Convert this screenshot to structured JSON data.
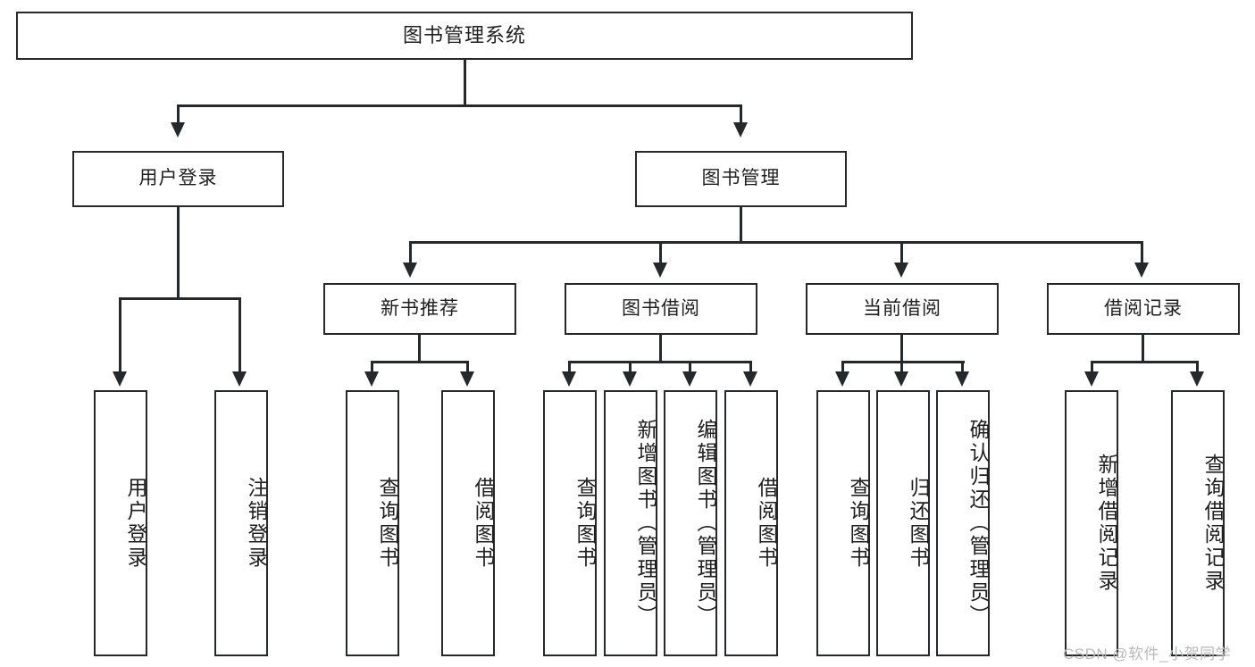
{
  "diagram": {
    "type": "tree",
    "title": "图书管理系统",
    "orientation": "top-down",
    "watermark": "CSDN @软件_小贺同学",
    "colors": {
      "box_border": "#26292b",
      "box_fill": "#ffffff",
      "connector": "#26292b",
      "text": "#1f1f1f",
      "watermark": "#b9b9b9",
      "background": "#ffffff"
    },
    "root": {
      "label": "图书管理系统"
    },
    "level2": [
      {
        "id": "user-login",
        "label": "用户登录"
      },
      {
        "id": "book-manage",
        "label": "图书管理"
      }
    ],
    "level3": [
      {
        "id": "new-book-recommend",
        "label": "新书推荐"
      },
      {
        "id": "book-borrow",
        "label": "图书借阅"
      },
      {
        "id": "current-borrow",
        "label": "当前借阅"
      },
      {
        "id": "borrow-record",
        "label": "借阅记录"
      }
    ],
    "leaves": {
      "user_login": [
        {
          "id": "leaf-user-login",
          "label": "用户登录"
        },
        {
          "id": "leaf-user-logout",
          "label": "注销登录"
        }
      ],
      "new_book_recommend": [
        {
          "id": "leaf-query-book-1",
          "label": "查询图书"
        },
        {
          "id": "leaf-borrow-book-1",
          "label": "借阅图书"
        }
      ],
      "book_borrow": [
        {
          "id": "leaf-query-book-2",
          "label": "查询图书"
        },
        {
          "id": "leaf-add-book",
          "label": "新增图书（管理员）"
        },
        {
          "id": "leaf-edit-book",
          "label": "编辑图书（管理员）"
        },
        {
          "id": "leaf-borrow-book-2",
          "label": "借阅图书"
        }
      ],
      "current_borrow": [
        {
          "id": "leaf-query-book-3",
          "label": "查询图书"
        },
        {
          "id": "leaf-return-book",
          "label": "归还图书"
        },
        {
          "id": "leaf-confirm-return",
          "label": "确认归还（管理员）"
        }
      ],
      "borrow_record": [
        {
          "id": "leaf-add-record",
          "label": "新增借阅记录"
        },
        {
          "id": "leaf-query-record",
          "label": "查询借阅记录"
        }
      ]
    }
  }
}
